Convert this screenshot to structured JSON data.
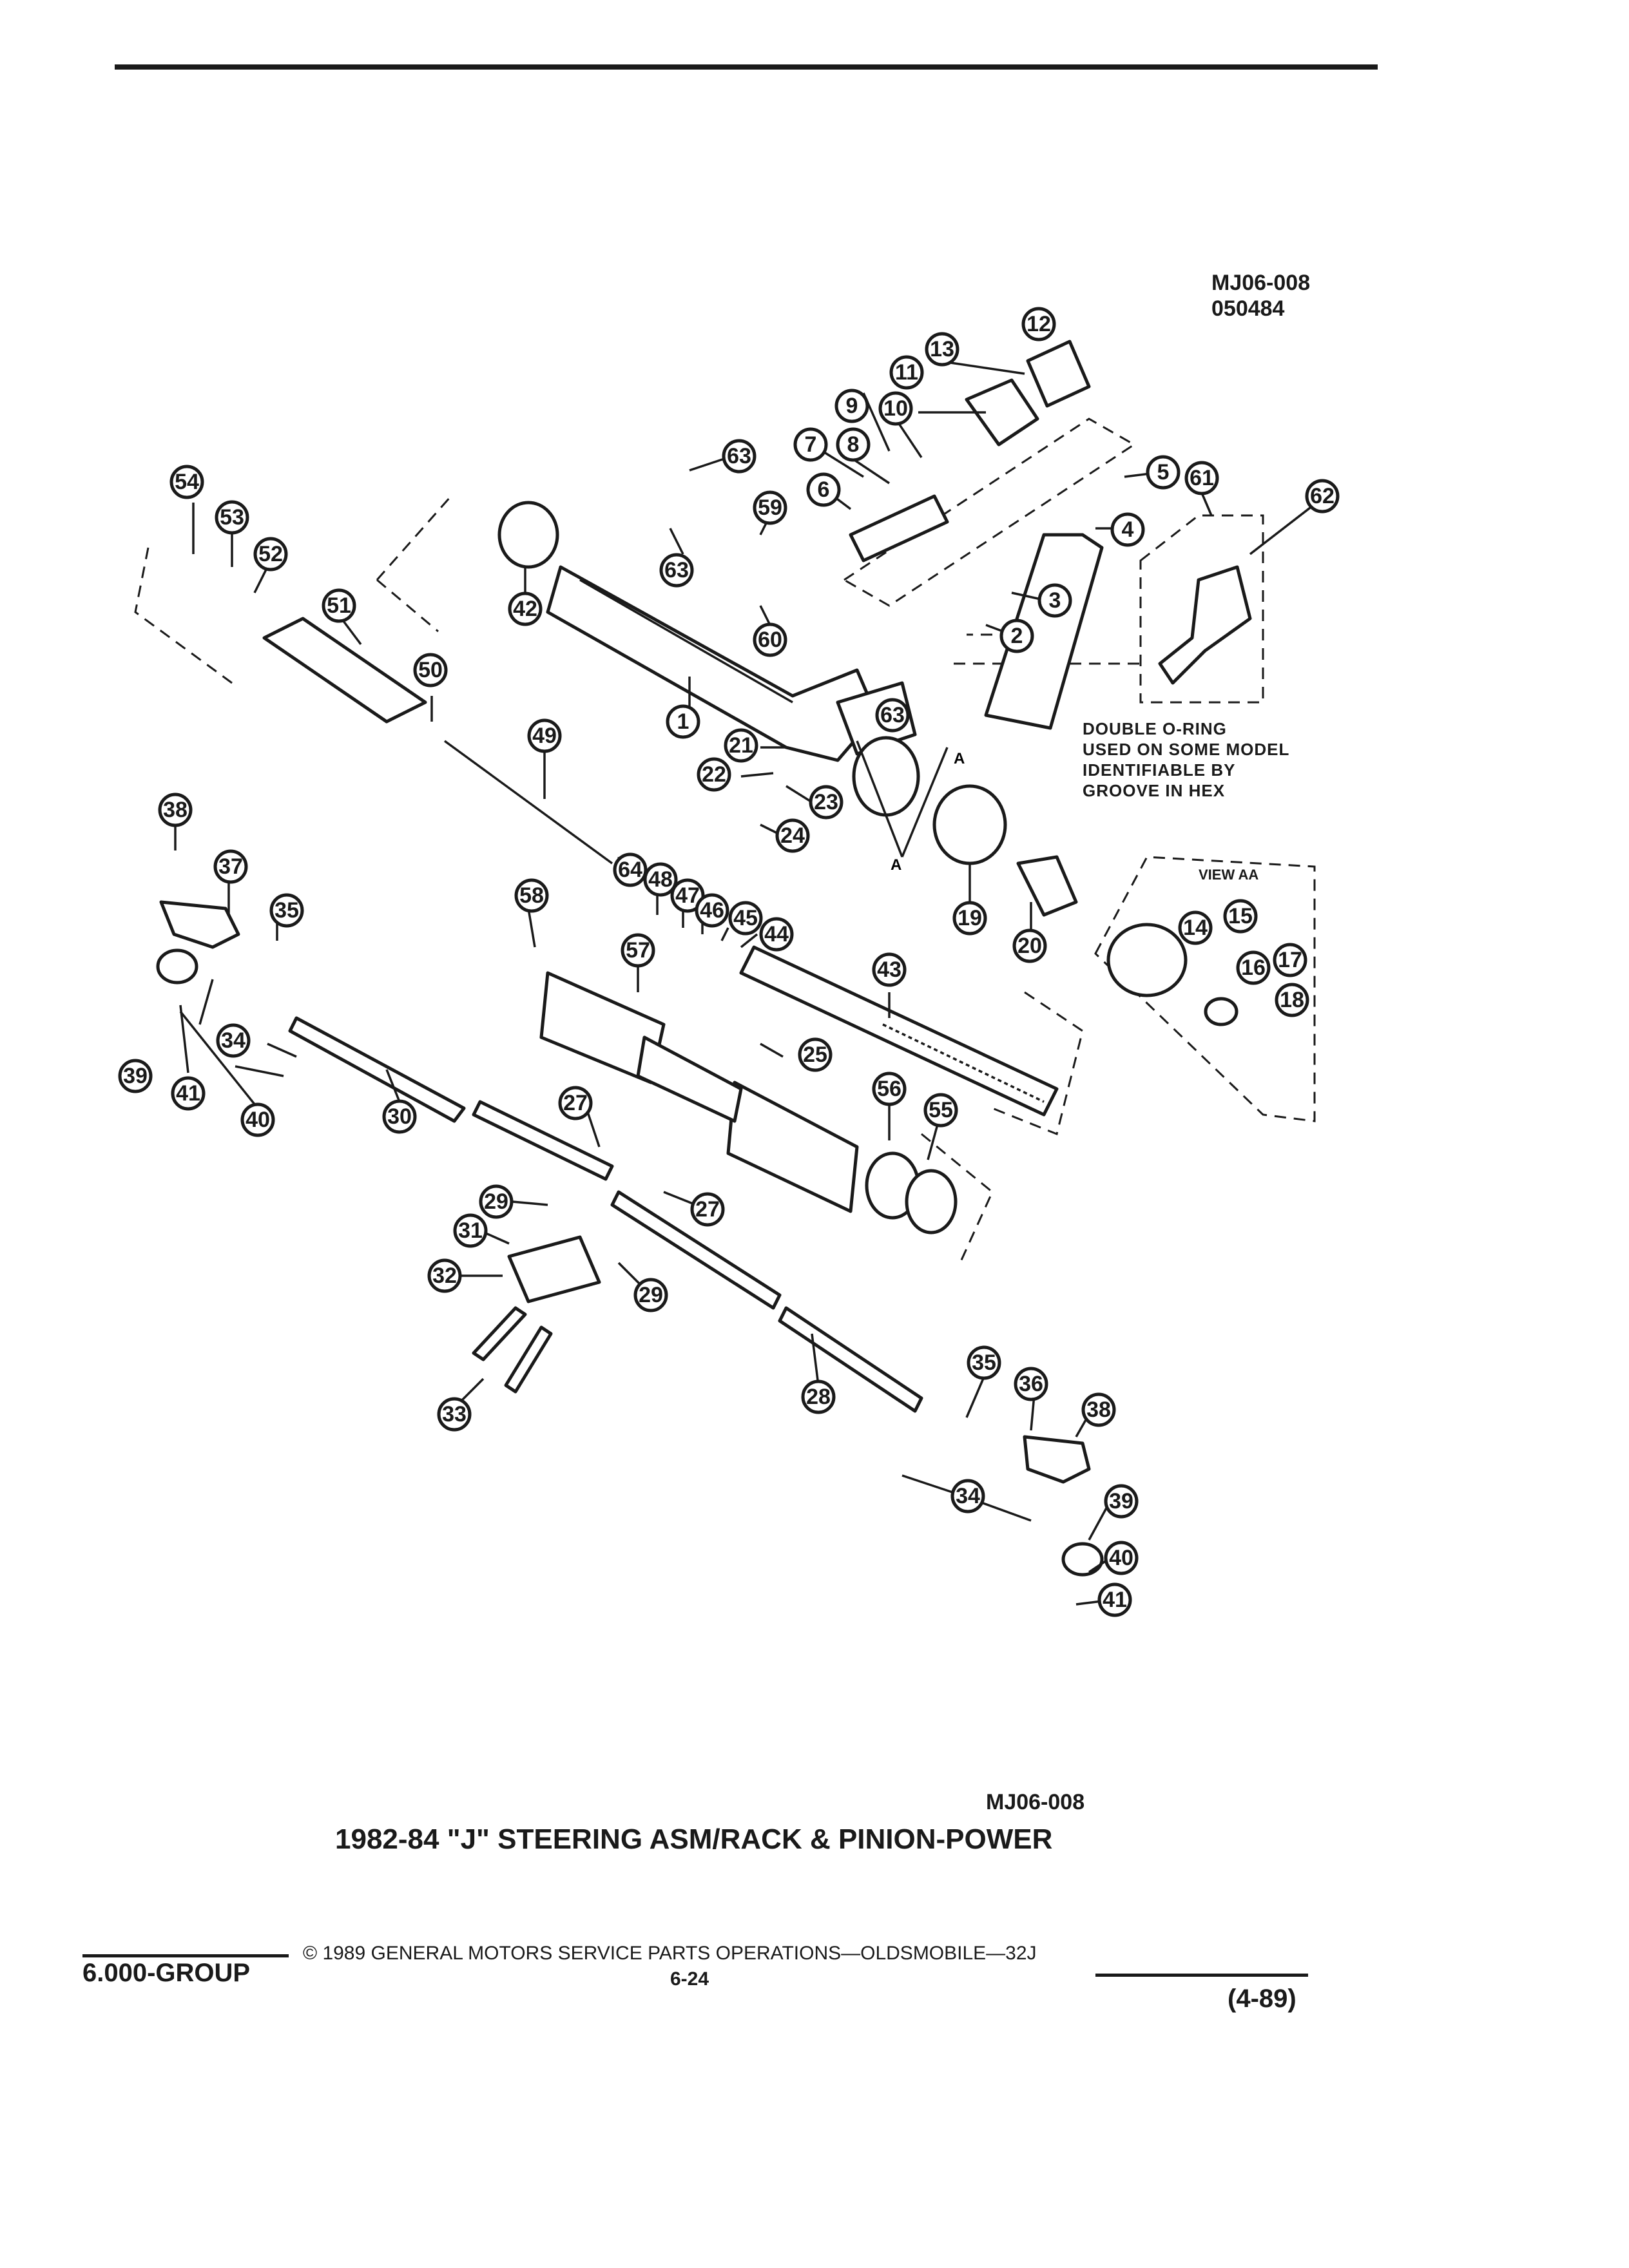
{
  "figure": {
    "code_top": "MJ06-008",
    "date_code": "050484",
    "code_bottom": "MJ06-008",
    "title": "1982-84 \"J\" STEERING ASM/RACK & PINION-POWER",
    "note_lines": [
      "DOUBLE O-RING",
      "USED ON SOME MODEL",
      "IDENTIFIABLE BY",
      "GROOVE IN HEX"
    ],
    "view_label": "VIEW AA",
    "section_marker": "A"
  },
  "footer": {
    "group": "6.000-GROUP",
    "copyright": "© 1989 GENERAL MOTORS SERVICE PARTS OPERATIONS—OLDSMOBILE—32J",
    "page_number": "6-24",
    "revision": "(4-89)"
  },
  "callouts": [
    {
      "id": "c12",
      "label": "12"
    },
    {
      "id": "c13",
      "label": "13"
    },
    {
      "id": "c11",
      "label": "11"
    },
    {
      "id": "c9",
      "label": "9"
    },
    {
      "id": "c10",
      "label": "10"
    },
    {
      "id": "c7",
      "label": "7"
    },
    {
      "id": "c8",
      "label": "8"
    },
    {
      "id": "c6",
      "label": "6"
    },
    {
      "id": "c63a",
      "label": "63"
    },
    {
      "id": "c59",
      "label": "59"
    },
    {
      "id": "c63b",
      "label": "63"
    },
    {
      "id": "c60",
      "label": "60"
    },
    {
      "id": "c5",
      "label": "5"
    },
    {
      "id": "c4",
      "label": "4"
    },
    {
      "id": "c3",
      "label": "3"
    },
    {
      "id": "c2",
      "label": "2"
    },
    {
      "id": "c61",
      "label": "61"
    },
    {
      "id": "c62",
      "label": "62"
    },
    {
      "id": "c54",
      "label": "54"
    },
    {
      "id": "c53",
      "label": "53"
    },
    {
      "id": "c52",
      "label": "52"
    },
    {
      "id": "c51",
      "label": "51"
    },
    {
      "id": "c42",
      "label": "42"
    },
    {
      "id": "c1",
      "label": "1"
    },
    {
      "id": "c63c",
      "label": "63"
    },
    {
      "id": "c50",
      "label": "50"
    },
    {
      "id": "c49",
      "label": "49"
    },
    {
      "id": "c21",
      "label": "21"
    },
    {
      "id": "c22",
      "label": "22"
    },
    {
      "id": "c23",
      "label": "23"
    },
    {
      "id": "c24",
      "label": "24"
    },
    {
      "id": "c19",
      "label": "19"
    },
    {
      "id": "c20",
      "label": "20"
    },
    {
      "id": "c38a",
      "label": "38"
    },
    {
      "id": "c37",
      "label": "37"
    },
    {
      "id": "c35a",
      "label": "35"
    },
    {
      "id": "c64",
      "label": "64"
    },
    {
      "id": "c48",
      "label": "48"
    },
    {
      "id": "c47",
      "label": "47"
    },
    {
      "id": "c46",
      "label": "46"
    },
    {
      "id": "c45",
      "label": "45"
    },
    {
      "id": "c44",
      "label": "44"
    },
    {
      "id": "c58",
      "label": "58"
    },
    {
      "id": "c57",
      "label": "57"
    },
    {
      "id": "c43",
      "label": "43"
    },
    {
      "id": "c14",
      "label": "14"
    },
    {
      "id": "c15",
      "label": "15"
    },
    {
      "id": "c16",
      "label": "16"
    },
    {
      "id": "c17",
      "label": "17"
    },
    {
      "id": "c18",
      "label": "18"
    },
    {
      "id": "c25",
      "label": "25"
    },
    {
      "id": "c34a",
      "label": "34"
    },
    {
      "id": "c39a",
      "label": "39"
    },
    {
      "id": "c41a",
      "label": "41"
    },
    {
      "id": "c40a",
      "label": "40"
    },
    {
      "id": "c30",
      "label": "30"
    },
    {
      "id": "c27a",
      "label": "27"
    },
    {
      "id": "c56",
      "label": "56"
    },
    {
      "id": "c55",
      "label": "55"
    },
    {
      "id": "c29a",
      "label": "29"
    },
    {
      "id": "c27b",
      "label": "27"
    },
    {
      "id": "c31",
      "label": "31"
    },
    {
      "id": "c32",
      "label": "32"
    },
    {
      "id": "c29b",
      "label": "29"
    },
    {
      "id": "c33",
      "label": "33"
    },
    {
      "id": "c28",
      "label": "28"
    },
    {
      "id": "c35b",
      "label": "35"
    },
    {
      "id": "c36",
      "label": "36"
    },
    {
      "id": "c38b",
      "label": "38"
    },
    {
      "id": "c34b",
      "label": "34"
    },
    {
      "id": "c39b",
      "label": "39"
    },
    {
      "id": "c40b",
      "label": "40"
    },
    {
      "id": "c41b",
      "label": "41"
    }
  ]
}
